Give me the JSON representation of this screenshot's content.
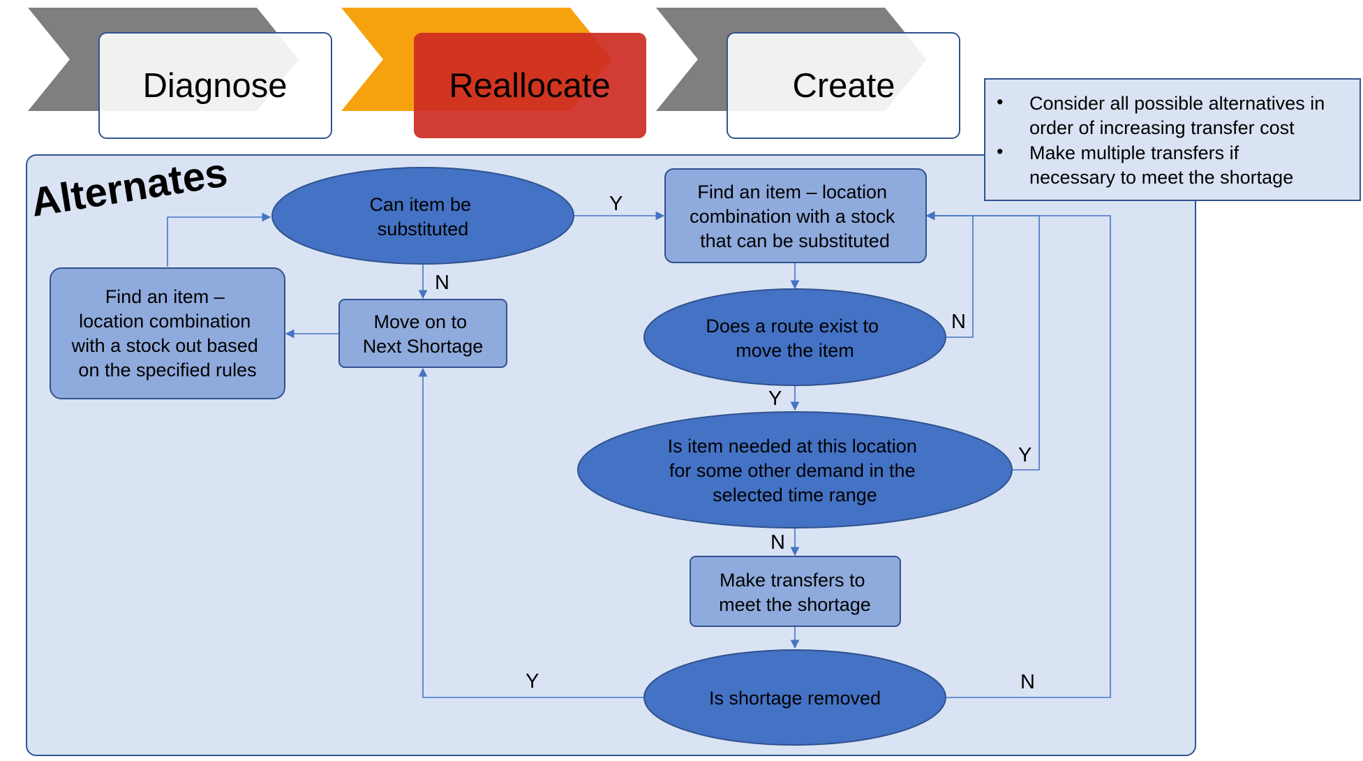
{
  "colors": {
    "chevron_gray": "#7f7f7f",
    "chevron_orange": "#f6a20f",
    "step_box_border": "#2f528f",
    "active_step_fill": "#cc2a21",
    "panel_fill": "#dae3f3",
    "panel_border": "#2f528f",
    "process_fill": "#8faadc",
    "decision_fill": "#4472c4",
    "connector": "#4472c4",
    "text": "#000000"
  },
  "steps": {
    "diagnose": "Diagnose",
    "reallocate": "Reallocate",
    "create": "Create",
    "active": "Reallocate"
  },
  "notes": [
    "Consider all possible alternatives in order of increasing transfer cost",
    "Make multiple transfers if necessary to meet the shortage"
  ],
  "panel": {
    "title": "Alternates"
  },
  "nodes": {
    "can_substitute": {
      "shape": "decision",
      "lines": [
        "Can item be",
        "substituted"
      ]
    },
    "find_stock_out": {
      "shape": "process",
      "lines": [
        "Find an item –",
        "location combination",
        "with a stock out based",
        "on the specified rules"
      ]
    },
    "next_shortage": {
      "shape": "process",
      "lines": [
        "Move on to",
        "Next Shortage"
      ]
    },
    "find_substitute": {
      "shape": "process",
      "lines": [
        "Find an item – location",
        "combination with a stock",
        "that can be substituted"
      ]
    },
    "route_exists": {
      "shape": "decision",
      "lines": [
        "Does a route exist to",
        "move the item"
      ]
    },
    "item_needed": {
      "shape": "decision",
      "lines": [
        "Is item needed at this location",
        "for some other demand in the",
        "selected time range"
      ]
    },
    "make_transfers": {
      "shape": "process",
      "lines": [
        "Make transfers to",
        "meet the shortage"
      ]
    },
    "shortage_removed": {
      "shape": "decision",
      "lines": [
        "Is shortage removed"
      ]
    }
  },
  "edge_labels": {
    "can_substitute_yes": "Y",
    "can_substitute_no": "N",
    "route_no": "N",
    "route_yes": "Y",
    "needed_yes": "Y",
    "needed_no": "N",
    "removed_yes": "Y",
    "removed_no": "N"
  }
}
